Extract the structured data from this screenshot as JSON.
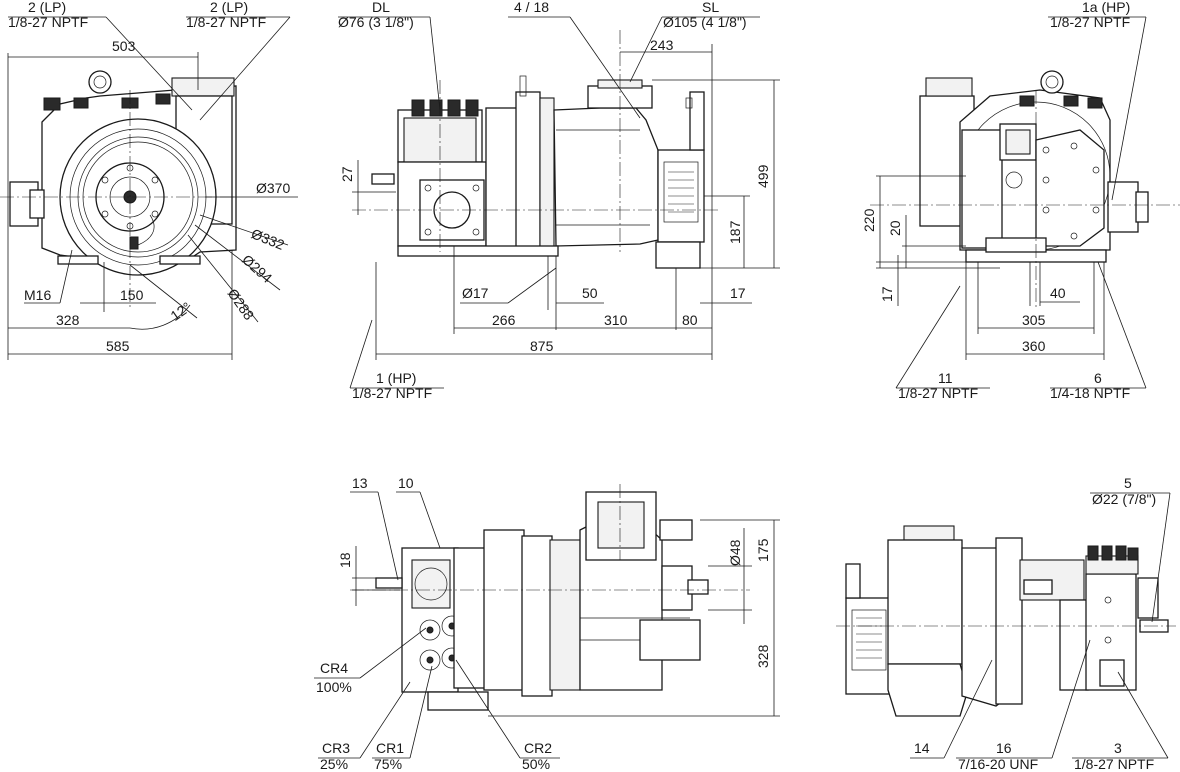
{
  "title": "",
  "callouts": {
    "c2lp_a_num": "2 (LP)",
    "c2lp_a_thread": "1/8-27 NPTF",
    "c2lp_b_num": "2 (LP)",
    "c2lp_b_thread": "1/8-27 NPTF",
    "dl_num": "DL",
    "dl_size": "Ø76 (3 1/8\")",
    "c418": "4 / 18",
    "sl_num": "SL",
    "sl_size": "Ø105 (4 1/8\")",
    "c1a_num": "1a (HP)",
    "c1a_thread": "1/8-27 NPTF",
    "c1hp_num": "1 (HP)",
    "c1hp_thread": "1/8-27 NPTF",
    "c11_num": "11",
    "c11_thread": "1/8-27 NPTF",
    "c6_num": "6",
    "c6_thread": "1/4-18 NPTF",
    "c13": "13",
    "c10": "10",
    "c5_num": "5",
    "c5_size": "Ø22 (7/8\")",
    "cr4_name": "CR4",
    "cr4_pct": "100%",
    "cr3_name": "CR3",
    "cr3_pct": "25%",
    "cr1_name": "CR1",
    "cr1_pct": "75%",
    "cr2_name": "CR2",
    "cr2_pct": "50%",
    "c14": "14",
    "c16_num": "16",
    "c16_thread": "7/16-20 UNF",
    "c3_num": "3",
    "c3_thread": "1/8-27 NPTF"
  },
  "dimensions": {
    "d503": "503",
    "d370": "Ø370",
    "d332": "Ø332",
    "d294": "Ø294",
    "d288": "Ø288",
    "m16": "M16",
    "d150": "150",
    "d12": "12°",
    "d328a": "328",
    "d585": "585",
    "d243": "243",
    "d499": "499",
    "d27": "27",
    "d187": "187",
    "d17a": "Ø17",
    "d50": "50",
    "d17b": "17",
    "d266": "266",
    "d310": "310",
    "d80": "80",
    "d875": "875",
    "d220": "220",
    "d20": "20",
    "d17c": "17",
    "d40": "40",
    "d305": "305",
    "d360": "360",
    "d18": "18",
    "d48": "Ø48",
    "d175": "175",
    "d328b": "328"
  }
}
